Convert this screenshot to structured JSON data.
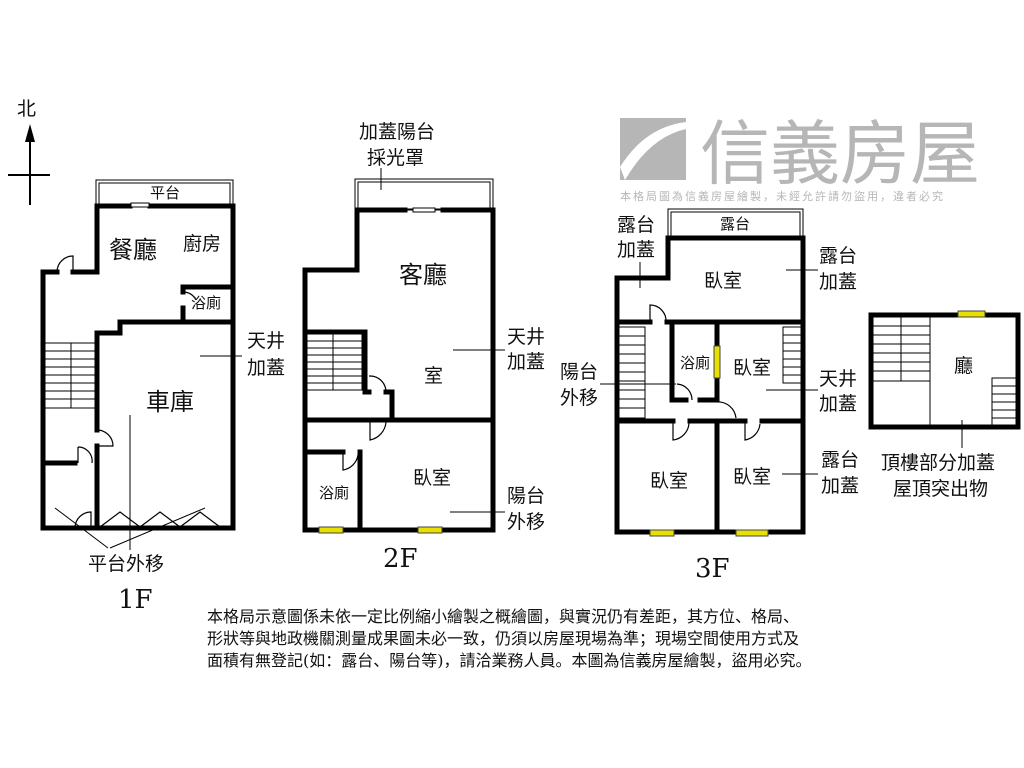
{
  "compass": {
    "north": "北"
  },
  "floors": {
    "f1": {
      "name": "1F",
      "balcony": "平台",
      "dining": "餐廳",
      "kitchen": "廚房",
      "bathroom": "浴廁",
      "garage": "車庫",
      "note_atrium": [
        "天井",
        "加蓋"
      ],
      "note_platform": "平台外移"
    },
    "f2": {
      "name": "2F",
      "note_balcony_cover": [
        "加蓋陽台",
        "採光罩"
      ],
      "living": "客廳",
      "room_partial": "室",
      "bedroom": "臥室",
      "bathroom": "浴廁",
      "note_atrium": [
        "天井",
        "加蓋"
      ],
      "note_balcony_moved": [
        "陽台",
        "外移"
      ]
    },
    "f3": {
      "name": "3F",
      "terrace": "露台",
      "note_terrace_left": [
        "露台",
        "加蓋"
      ],
      "note_terrace_right": [
        "露台",
        "加蓋"
      ],
      "note_terrace_lower": [
        "露台",
        "加蓋"
      ],
      "note_atrium": [
        "天井",
        "加蓋"
      ],
      "note_balcony_moved": [
        "陽台",
        "外移"
      ],
      "bedroom_top": "臥室",
      "bedroom_mid": "臥室",
      "bedroom_bl": "臥室",
      "bedroom_br": "臥室",
      "bathroom": "浴廁"
    },
    "roof": {
      "hall": "廳",
      "note": [
        "頂樓部分加蓋",
        "屋頂突出物"
      ]
    }
  },
  "watermark": {
    "brand": "信義房屋",
    "subtitle": "本格局圖為信義房屋繪製，未經允許請勿盜用，違者必究"
  },
  "disclaimer": [
    "本格局示意圖係未依一定比例縮小繪製之概繪圖，與實況仍有差距，其方位、格局、",
    "形狀等與地政機關測量成果圖未必一致，仍須以房屋現場為準；現場空間使用方式及",
    "面積有無登記(如：露台、陽台等)，請洽業務人員。本圖為信義房屋繪製，盜用必究。"
  ],
  "colors": {
    "wall": "#000000",
    "window": "#e8e000",
    "watermark": "#8a8a8a"
  }
}
